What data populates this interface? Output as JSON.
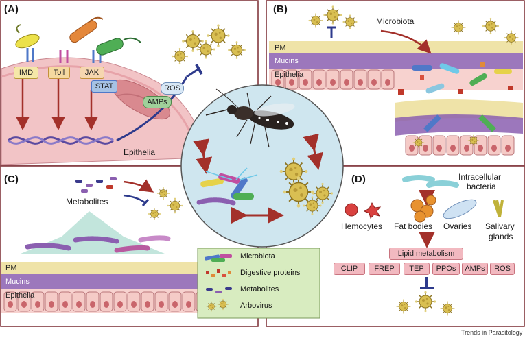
{
  "panels": {
    "a": {
      "letter": "(A)",
      "receptors": [
        "IMD",
        "Toll",
        "JAK",
        "STAT"
      ],
      "effectors": [
        "ROS",
        "AMPs"
      ],
      "tissue": "Epithelia"
    },
    "b": {
      "letter": "(B)",
      "microbiota": "Microbiota",
      "layers": [
        "PM",
        "Mucins",
        "Epithelia"
      ]
    },
    "c": {
      "letter": "(C)",
      "metabolites": "Metabolites",
      "layers": [
        "PM",
        "Mucins",
        "Epithelia"
      ]
    },
    "d": {
      "letter": "(D)",
      "bacteria_line1": "Intracellular",
      "bacteria_line2": "bacteria",
      "tissues": [
        "Hemocytes",
        "Fat bodies",
        "Ovaries",
        "Salivary",
        "glands"
      ],
      "lipid": "Lipid metabolism",
      "outputs": [
        "CLIP",
        "FREP",
        "TEP",
        "PPOs",
        "AMPs",
        "ROS"
      ]
    }
  },
  "legend": {
    "items": [
      "Microbiota",
      "Digestive proteins",
      "Metabolites",
      "Arbovirus"
    ]
  },
  "footer": "Trends in Parasitology",
  "colors": {
    "border": "#7a2a30",
    "cell_fill": "#f7d2cf",
    "mucin": "#8b5fb0",
    "pm": "#efe3a8",
    "virus": "#d4b84a",
    "arrow_red": "#a3302a",
    "arrow_blue": "#2d3a8c",
    "circle": "#cfe6ef",
    "legend_bg": "#d8ecc0"
  }
}
